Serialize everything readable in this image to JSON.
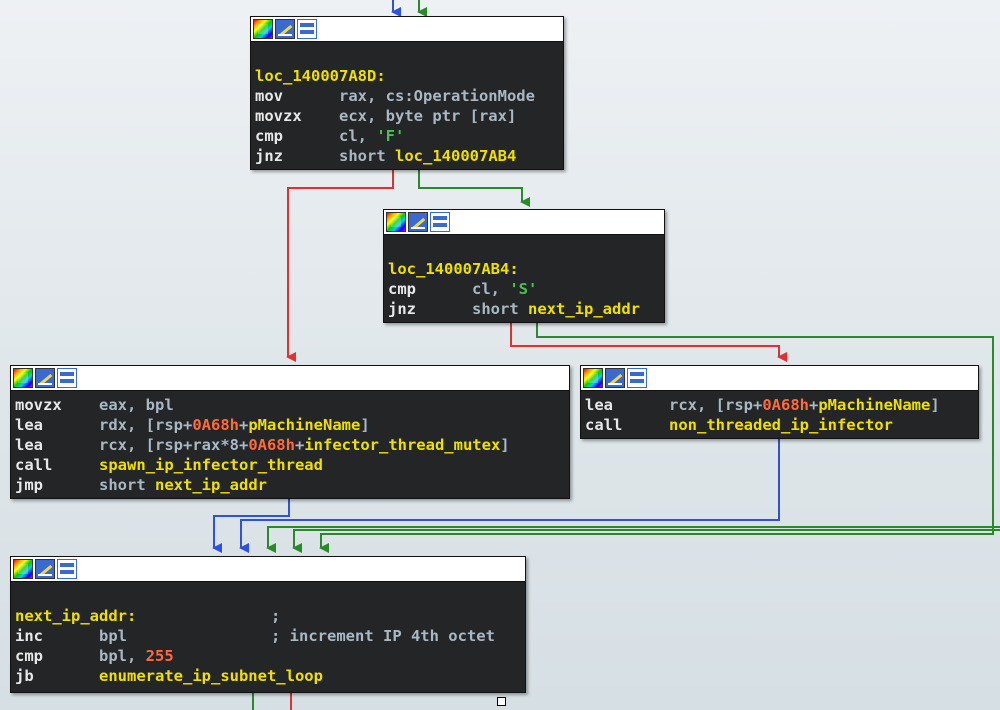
{
  "graph": {
    "colors": {
      "node_bg": "#232527",
      "mnemonic": "#e8e8e8",
      "label": "#f0e000",
      "register": "#a9b9c4",
      "immediate": "#ff6a3d",
      "string": "#49c24e",
      "edge_true": "#2a8a2a",
      "edge_false": "#e03030",
      "edge_jump": "#3050e0"
    },
    "nodes": {
      "block1": {
        "label": "loc_140007A8D:",
        "lines": [
          {
            "mnem": "mov",
            "a": "rax, cs:",
            "b": "OperationMode",
            "c": "",
            "d": ""
          },
          {
            "mnem": "movzx",
            "a": "ecx, byte ptr [rax]",
            "b": "",
            "c": "",
            "d": ""
          },
          {
            "mnem": "cmp",
            "a": "cl, ",
            "b": "'F'",
            "c": "",
            "d": ""
          },
          {
            "mnem": "jnz",
            "a": "short ",
            "b": "loc_140007AB4",
            "c": "",
            "d": ""
          }
        ]
      },
      "block2": {
        "label": "loc_140007AB4:",
        "lines": [
          {
            "mnem": "cmp",
            "a": "cl, ",
            "b": "'S'"
          },
          {
            "mnem": "jnz",
            "a": "short ",
            "b": "next_ip_addr"
          }
        ]
      },
      "block3": {
        "lines": [
          {
            "mnem": "movzx",
            "a": "eax, bpl"
          },
          {
            "mnem": "lea",
            "a": "rdx, [rsp+",
            "b": "0A68h",
            "c": "+",
            "d": "pMachineName",
            "e": "]"
          },
          {
            "mnem": "lea",
            "a": "rcx, [rsp+rax*8+",
            "b": "0A68h",
            "c": "+",
            "d": "infector_thread_mutex",
            "e": "]"
          },
          {
            "mnem": "call",
            "a": "spawn_ip_infector_thread"
          },
          {
            "mnem": "jmp",
            "a": "short ",
            "b": "next_ip_addr"
          }
        ]
      },
      "block4": {
        "lines": [
          {
            "mnem": "lea",
            "a": "rcx, [rsp+",
            "b": "0A68h",
            "c": "+",
            "d": "pMachineName",
            "e": "]"
          },
          {
            "mnem": "call",
            "a": "non_threaded_ip_infector"
          }
        ]
      },
      "block5": {
        "label": "next_ip_addr:",
        "label_comment": ";",
        "lines": [
          {
            "mnem": "inc",
            "a": "bpl",
            "comment": "; increment IP 4th octet"
          },
          {
            "mnem": "cmp",
            "a": "bpl, ",
            "b": "255"
          },
          {
            "mnem": "jb",
            "a": "enumerate_ip_subnet_loop"
          }
        ]
      }
    }
  }
}
